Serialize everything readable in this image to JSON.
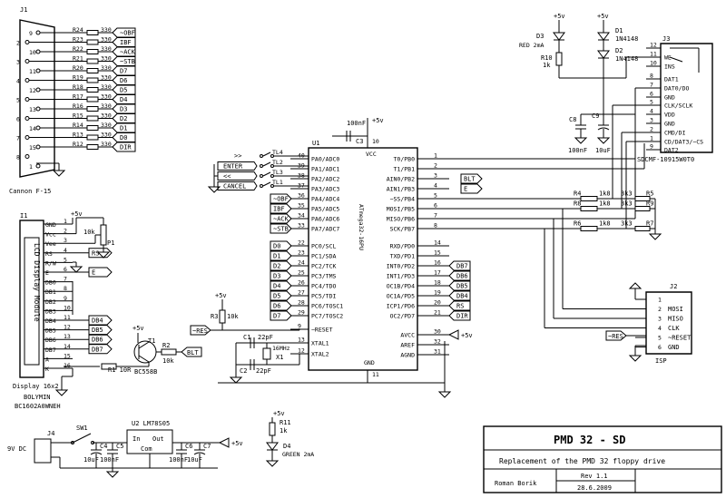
{
  "connector_j1": {
    "ref": "J1",
    "name": "Cannon F-15",
    "pins": [
      "9",
      "2",
      "10",
      "3",
      "11",
      "4",
      "12",
      "5",
      "13",
      "6",
      "14",
      "7",
      "15",
      "8",
      "1"
    ],
    "resistors": [
      {
        "ref": "R24",
        "value": "330",
        "signal": "~OBF"
      },
      {
        "ref": "R23",
        "value": "330",
        "signal": "IBF"
      },
      {
        "ref": "R22",
        "value": "330",
        "signal": "~ACK"
      },
      {
        "ref": "R21",
        "value": "330",
        "signal": "~STB"
      },
      {
        "ref": "R20",
        "value": "330",
        "signal": "D7"
      },
      {
        "ref": "R19",
        "value": "330",
        "signal": "D6"
      },
      {
        "ref": "R18",
        "value": "330",
        "signal": "D5"
      },
      {
        "ref": "R17",
        "value": "330",
        "signal": "D4"
      },
      {
        "ref": "R16",
        "value": "330",
        "signal": "D3"
      },
      {
        "ref": "R15",
        "value": "330",
        "signal": "D2"
      },
      {
        "ref": "R14",
        "value": "330",
        "signal": "D1"
      },
      {
        "ref": "R13",
        "value": "330",
        "signal": "D0"
      },
      {
        "ref": "R12",
        "value": "330",
        "signal": "DIR"
      }
    ]
  },
  "lcd": {
    "ref": "I1",
    "title": "LCD Display Module",
    "caption1": "Display 16x2",
    "caption2": "BOLYMIN",
    "caption3": "BC1602A0WNEH",
    "pins": [
      {
        "name": "GND",
        "num": "1"
      },
      {
        "name": "Vcc",
        "num": "2"
      },
      {
        "name": "Vee",
        "num": "3"
      },
      {
        "name": "RS",
        "num": "4"
      },
      {
        "name": "R/W",
        "num": "5"
      },
      {
        "name": "E",
        "num": "6"
      },
      {
        "name": "DB0",
        "num": "7"
      },
      {
        "name": "DB1",
        "num": "8"
      },
      {
        "name": "DB2",
        "num": "9"
      },
      {
        "name": "DB3",
        "num": "10"
      },
      {
        "name": "DB4",
        "num": "11"
      },
      {
        "name": "DB5",
        "num": "12"
      },
      {
        "name": "DB6",
        "num": "13"
      },
      {
        "name": "DB7",
        "num": "14"
      },
      {
        "name": "A",
        "num": "15"
      },
      {
        "name": "K",
        "num": "16"
      }
    ],
    "labels_out": [
      "RS",
      "E",
      "DB4",
      "DB5",
      "DB6",
      "DB7"
    ],
    "pot": {
      "ref": "P1",
      "value": "10k"
    },
    "supply": "+5v"
  },
  "transistor": {
    "ref": "T1",
    "part": "BC558B",
    "r1": {
      "ref": "R1",
      "value": "10R"
    },
    "r2": {
      "ref": "R2",
      "value": "10k"
    },
    "net": "BLT",
    "supply": "+5v"
  },
  "mcu": {
    "ref": "U1",
    "part": "ATmega32-16PU",
    "vcc": "VCC",
    "gnd": "GND",
    "vcc_pin": "10",
    "gnd_pin": "11",
    "left": [
      {
        "name": "PA0/ADC0",
        "num": "40"
      },
      {
        "name": "PA1/ADC1",
        "num": "39"
      },
      {
        "name": "PA2/ADC2",
        "num": "38"
      },
      {
        "name": "PA3/ADC3",
        "num": "37"
      },
      {
        "name": "PA4/ADC4",
        "num": "36"
      },
      {
        "name": "PA5/ADC5",
        "num": "35"
      },
      {
        "name": "PA6/ADC6",
        "num": "34"
      },
      {
        "name": "PA7/ADC7",
        "num": "33"
      },
      {
        "name": "PC0/SCL",
        "num": "22"
      },
      {
        "name": "PC1/SDA",
        "num": "23"
      },
      {
        "name": "PC2/TCK",
        "num": "24"
      },
      {
        "name": "PC3/TMS",
        "num": "25"
      },
      {
        "name": "PC4/TDO",
        "num": "26"
      },
      {
        "name": "PC5/TDI",
        "num": "27"
      },
      {
        "name": "PC6/TOSC1",
        "num": "28"
      },
      {
        "name": "PC7/TOSC2",
        "num": "29"
      },
      {
        "name": "~RESET",
        "num": "9"
      },
      {
        "name": "XTAL1",
        "num": "13"
      },
      {
        "name": "XTAL2",
        "num": "12"
      }
    ],
    "right": [
      {
        "name": "T0/PB0",
        "num": "1"
      },
      {
        "name": "T1/PB1",
        "num": "2"
      },
      {
        "name": "AIN0/PB2",
        "num": "3"
      },
      {
        "name": "AIN1/PB3",
        "num": "4"
      },
      {
        "name": "~SS/PB4",
        "num": "5"
      },
      {
        "name": "MOSI/PB5",
        "num": "6"
      },
      {
        "name": "MISO/PB6",
        "num": "7"
      },
      {
        "name": "SCK/PB7",
        "num": "8"
      },
      {
        "name": "RXD/PD0",
        "num": "14"
      },
      {
        "name": "TXD/PD1",
        "num": "15"
      },
      {
        "name": "INT0/PD2",
        "num": "16"
      },
      {
        "name": "INT1/PD3",
        "num": "17"
      },
      {
        "name": "OC1B/PD4",
        "num": "18"
      },
      {
        "name": "OC1A/PD5",
        "num": "19"
      },
      {
        "name": "ICP1/PD6",
        "num": "20"
      },
      {
        "name": "OC2/PD7",
        "num": "21"
      },
      {
        "name": "AVCC",
        "num": "30"
      },
      {
        "name": "AREF",
        "num": "32"
      },
      {
        "name": "AGND",
        "num": "31"
      }
    ],
    "pa_labels": [
      "~OBF",
      "IBF",
      "~ACK",
      "~STB"
    ],
    "pc_labels": [
      "D0",
      "D1",
      "D2",
      "D3",
      "D4",
      "D5",
      "D6",
      "D7"
    ],
    "pd_labels": [
      "DB7",
      "DB6",
      "DB5",
      "DB4",
      "RS",
      "DIR"
    ],
    "pb_labels": [
      "BLT",
      "E"
    ],
    "reset_net": "~RES",
    "avcc_net": "+5v"
  },
  "buttons": [
    {
      "ref": "TL4",
      "label": ">>"
    },
    {
      "ref": "TL2",
      "label": "ENTER"
    },
    {
      "ref": "TL3",
      "label": "<<"
    },
    {
      "ref": "TL1",
      "label": "CANCEL"
    }
  ],
  "decoupling": {
    "ref": "C3",
    "value": "100nF",
    "supply": "+5v"
  },
  "reset_r": {
    "ref": "R3",
    "value": "10k",
    "supply": "+5v"
  },
  "crystal": {
    "ref": "X1",
    "value": "16MHz",
    "c1": {
      "ref": "C1",
      "value": "22pF"
    },
    "c2": {
      "ref": "C2",
      "value": "22pF"
    }
  },
  "sd": {
    "ref": "J3",
    "part": "SDCMF-10915W0T0",
    "pins": [
      {
        "num": "12",
        "name": ""
      },
      {
        "num": "11",
        "name": "WE"
      },
      {
        "num": "10",
        "name": "INS"
      },
      {
        "num": "8",
        "name": "DAT1"
      },
      {
        "num": "7",
        "name": "DAT0/DO"
      },
      {
        "num": "6",
        "name": "GND"
      },
      {
        "num": "5",
        "name": "CLK/SCLK"
      },
      {
        "num": "4",
        "name": "VDD"
      },
      {
        "num": "3",
        "name": "GND"
      },
      {
        "num": "2",
        "name": "CMD/DI"
      },
      {
        "num": "1",
        "name": "CD/DAT3/~CS"
      },
      {
        "num": "9",
        "name": "DAT2"
      }
    ],
    "led": {
      "ref": "D3",
      "desc": "RED 2mA",
      "r": {
        "ref": "R10",
        "value": "1k"
      }
    },
    "d1": {
      "ref": "D1",
      "part": "1N4148"
    },
    "d2": {
      "ref": "D2",
      "part": "1N4148"
    },
    "c8": {
      "ref": "C8",
      "value": "100nF"
    },
    "c9": {
      "ref": "C9",
      "value": "10uF"
    },
    "supply": "+5v",
    "dividers": [
      {
        "r1": "R4",
        "v1": "1k8",
        "r2": "R5",
        "v2": "3k3"
      },
      {
        "r1": "R8",
        "v1": "1k8",
        "r2": "R9",
        "v2": "3k3"
      },
      {
        "r1": "R6",
        "v1": "1k8",
        "r2": "R7",
        "v2": "3k3"
      }
    ]
  },
  "isp": {
    "ref": "J2",
    "name": "ISP",
    "pins": [
      {
        "num": "1",
        "name": ""
      },
      {
        "num": "2",
        "name": "MOSI"
      },
      {
        "num": "3",
        "name": "MISO"
      },
      {
        "num": "4",
        "name": "CLK"
      },
      {
        "num": "5",
        "name": "~RESET"
      },
      {
        "num": "6",
        "name": "GND"
      }
    ],
    "reset_net": "~RES"
  },
  "power": {
    "jack": {
      "ref": "J4",
      "label": "9V DC"
    },
    "switch": {
      "ref": "SW1"
    },
    "reg": {
      "ref": "U2",
      "part": "LM78S05",
      "in": "In",
      "com": "Com",
      "out": "Out"
    },
    "c4": {
      "ref": "C4",
      "value": "10uF"
    },
    "c5": {
      "ref": "C5",
      "value": "100nF"
    },
    "c6": {
      "ref": "C6",
      "value": "100nF"
    },
    "c7": {
      "ref": "C7",
      "value": "10uF"
    },
    "supply": "+5v",
    "led": {
      "ref": "D4",
      "desc": "GREEN 2mA",
      "r": {
        "ref": "R11",
        "value": "1k"
      }
    }
  },
  "title_block": {
    "title": "PMD 32 - SD",
    "subtitle": "Replacement of the PMD 32 floppy drive",
    "author": "Roman Borik",
    "rev": "Rev 1.1",
    "date": "28.6.2009"
  }
}
